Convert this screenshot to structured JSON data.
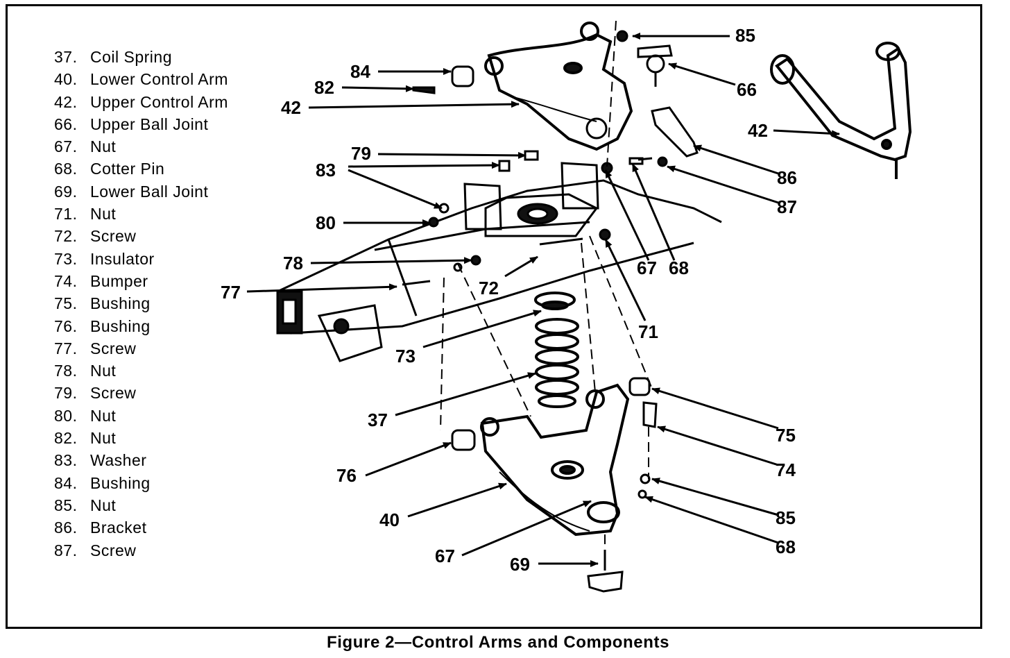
{
  "legend": [
    {
      "num": "37.",
      "text": "Coil Spring"
    },
    {
      "num": "40.",
      "text": "Lower Control Arm"
    },
    {
      "num": "42.",
      "text": "Upper Control Arm"
    },
    {
      "num": "66.",
      "text": "Upper Ball Joint"
    },
    {
      "num": "67.",
      "text": "Nut"
    },
    {
      "num": "68.",
      "text": "Cotter Pin"
    },
    {
      "num": "69.",
      "text": "Lower Ball Joint"
    },
    {
      "num": "71.",
      "text": "Nut"
    },
    {
      "num": "72.",
      "text": "Screw"
    },
    {
      "num": "73.",
      "text": "Insulator"
    },
    {
      "num": "74.",
      "text": "Bumper"
    },
    {
      "num": "75.",
      "text": "Bushing"
    },
    {
      "num": "76.",
      "text": "Bushing"
    },
    {
      "num": "77.",
      "text": "Screw"
    },
    {
      "num": "78.",
      "text": "Nut"
    },
    {
      "num": "79.",
      "text": "Screw"
    },
    {
      "num": "80.",
      "text": "Nut"
    },
    {
      "num": "82.",
      "text": "Nut"
    },
    {
      "num": "83.",
      "text": "Washer"
    },
    {
      "num": "84.",
      "text": "Bushing"
    },
    {
      "num": "85.",
      "text": "Nut"
    },
    {
      "num": "86.",
      "text": "Bracket"
    },
    {
      "num": "87.",
      "text": "Screw"
    }
  ],
  "callouts": {
    "c85_top": "85",
    "c84": "84",
    "c82": "82",
    "c66": "66",
    "c42_left": "42",
    "c42_right": "42",
    "c79": "79",
    "c83": "83",
    "c86": "86",
    "c87": "87",
    "c80": "80",
    "c78": "78",
    "c67_top": "67",
    "c68_top": "68",
    "c77": "77",
    "c72": "72",
    "c71": "71",
    "c73": "73",
    "c75": "75",
    "c37": "37",
    "c74": "74",
    "c76": "76",
    "c85_bottom": "85",
    "c40": "40",
    "c68_bottom": "68",
    "c67_bottom": "67",
    "c69": "69"
  },
  "caption": "Figure 2—Control Arms and Components"
}
